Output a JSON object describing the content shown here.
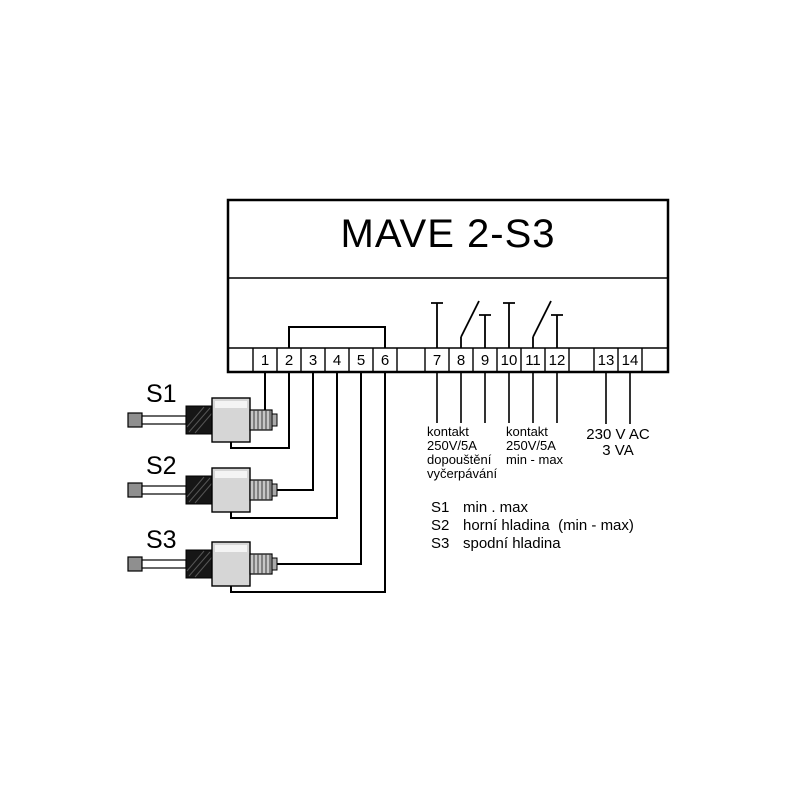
{
  "device": {
    "title": "MAVE 2-S3"
  },
  "terminals": [
    "1",
    "2",
    "3",
    "4",
    "5",
    "6",
    "7",
    "8",
    "9",
    "10",
    "11",
    "12",
    "13",
    "14"
  ],
  "sensors": [
    {
      "label": "S1"
    },
    {
      "label": "S2"
    },
    {
      "label": "S3"
    }
  ],
  "annotations": {
    "relay1": [
      "kontakt",
      "250V/5A",
      "dopouštění",
      "vyčerpávání"
    ],
    "relay2": [
      "kontakt",
      "250V/5A",
      "min - max"
    ],
    "power": [
      "230 V AC",
      "3 VA"
    ]
  },
  "legend": [
    {
      "key": "S1",
      "text": "min . max"
    },
    {
      "key": "S2",
      "text": "horní hladina  (min - max)"
    },
    {
      "key": "S3",
      "text": "spodní hladina"
    }
  ],
  "colors": {
    "background": "#ffffff",
    "line": "#000000",
    "probe_light": "#d6d6d6",
    "probe_dark": "#161616",
    "probe_tip": "#8f8f8f"
  }
}
